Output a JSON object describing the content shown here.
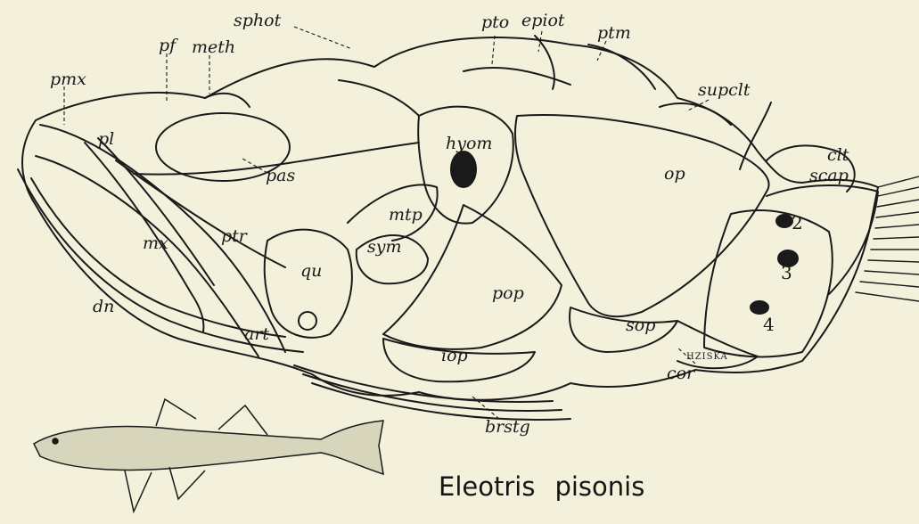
{
  "figure": {
    "caption_genus": "Eleotris",
    "caption_species": "pisonis",
    "artist_credit": "HZISKA",
    "ink_color": "#1a1a1a",
    "paper_color": "#f3f1dc",
    "labels": {
      "pmx": "pmx",
      "pf": "pf",
      "meth": "meth",
      "sphot": "sphot",
      "pto": "pto",
      "epiot": "epiot",
      "ptm": "ptm",
      "supclt": "supclt",
      "pl": "pl",
      "pas": "pas",
      "hyom": "hyom",
      "op": "op",
      "clt": "clt",
      "scap": "scap",
      "mtp": "mtp",
      "ptr": "ptr",
      "mx": "mx",
      "sym": "sym",
      "qu": "qu",
      "pop": "pop",
      "dn": "dn",
      "art": "art",
      "sop": "sop",
      "iop": "iop",
      "cor": "cor",
      "brstg": "brstg",
      "n2": "2",
      "n3": "3",
      "n4": "4"
    }
  }
}
